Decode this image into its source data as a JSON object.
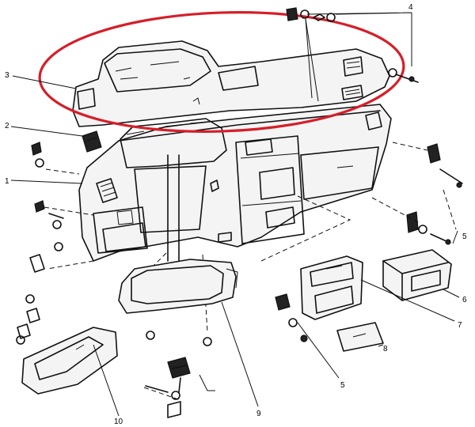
{
  "callouts": {
    "c1": "1",
    "c2": "2",
    "c3": "3",
    "c4": "4",
    "c5_right": "5",
    "c5_bottom": "5",
    "c6": "6",
    "c7": "7",
    "c8": "8",
    "c9": "9",
    "c10": "10"
  },
  "highlight_color": "#d51f2a"
}
